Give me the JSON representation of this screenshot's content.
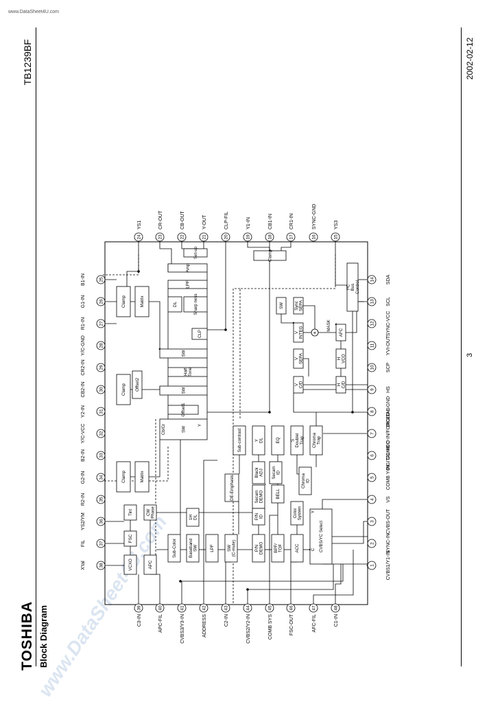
{
  "header": {
    "url": "www.DataSheet4U.com",
    "part_number": "TB1239BF",
    "date": "2002-02-12",
    "page_number": "3"
  },
  "logo": {
    "text": "TOSHIBA"
  },
  "heading": "Block Diagram",
  "watermark": "www.DataSheet4U.com",
  "pins": {
    "top": [
      {
        "num": "24",
        "label": "YS1"
      },
      {
        "num": "23",
        "label": "CR-OUT"
      },
      {
        "num": "22",
        "label": "CB-OUT"
      },
      {
        "num": "21",
        "label": "Y-OUT"
      },
      {
        "num": "20",
        "label": "CLP-FIL"
      },
      {
        "num": "19",
        "label": "Y1-IN"
      },
      {
        "num": "18",
        "label": "CB1-IN"
      },
      {
        "num": "17",
        "label": "CR1-IN"
      },
      {
        "num": "16",
        "label": "SYNC-GND"
      },
      {
        "num": "15",
        "label": "YS3"
      }
    ],
    "left": [
      {
        "num": "25",
        "label": "B1-IN"
      },
      {
        "num": "26",
        "label": "G1-IN"
      },
      {
        "num": "27",
        "label": "R1-IN"
      },
      {
        "num": "28",
        "label": "Y/C-GND"
      },
      {
        "num": "29",
        "label": "CR2-IN"
      },
      {
        "num": "30",
        "label": "CB2-IN"
      },
      {
        "num": "31",
        "label": "Y2-IN"
      },
      {
        "num": "32",
        "label": "Y/C-VCC"
      },
      {
        "num": "33",
        "label": "B2-IN"
      },
      {
        "num": "34",
        "label": "G2-IN"
      },
      {
        "num": "35",
        "label": "R2-IN"
      },
      {
        "num": "36",
        "label": "YS2/YM"
      },
      {
        "num": "37",
        "label": "FIL"
      },
      {
        "num": "38",
        "label": "X'tal"
      }
    ],
    "bottom": [
      {
        "num": "39",
        "label": "C3-IN"
      },
      {
        "num": "40",
        "label": "APC-FIL"
      },
      {
        "num": "41",
        "label": "CVBS3/Y3-IN"
      },
      {
        "num": "42",
        "label": "ADDRESS"
      },
      {
        "num": "43",
        "label": "C2-IN"
      },
      {
        "num": "44",
        "label": "CVBS2/Y2-IN"
      },
      {
        "num": "45",
        "label": "COMB SYS"
      },
      {
        "num": "46",
        "label": "FSC-OUT"
      },
      {
        "num": "47",
        "label": "AFC-FIL"
      },
      {
        "num": "48",
        "label": "C1-IN"
      }
    ],
    "right": [
      {
        "num": "14",
        "label": "SDA"
      },
      {
        "num": "13",
        "label": "SCL"
      },
      {
        "num": "12",
        "label": "SYNC-VCC"
      },
      {
        "num": "11",
        "label": "YVI-OUT"
      },
      {
        "num": "10",
        "label": "SCP"
      },
      {
        "num": "9",
        "label": "HS"
      },
      {
        "num": "8",
        "label": "DIGITAL-GND"
      },
      {
        "num": "7",
        "label": "COMB C-IN/FORCED-S"
      },
      {
        "num": "6",
        "label": "DIGITAL-VDD"
      },
      {
        "num": "5",
        "label": "COMB Y-IN"
      },
      {
        "num": "4",
        "label": "VS"
      },
      {
        "num": "3",
        "label": "CVBS-OUT"
      },
      {
        "num": "2",
        "label": "SYNC-IN"
      },
      {
        "num": "1",
        "label": "CVBS1/Y1-IN"
      }
    ]
  },
  "blocks": {
    "clamp_top": "Clamp",
    "setup": "Set-up",
    "amp": "Amp",
    "lpf": "LPF",
    "dl": "DL",
    "sharpness": "Sharp ness",
    "clp": "CLP",
    "sw1": "SW",
    "halftone": "Half Tone",
    "sw2": "SW",
    "offset1": "Offset1",
    "main_sw": "SW",
    "cbcr_port": "Cb/Cr",
    "y_port": "Y",
    "clamp1": "Clamp",
    "matrix1": "Matrix",
    "clamp2": "Clamp",
    "offset2": "Offset2",
    "clamp3": "Clamp",
    "matrix2": "Matrix",
    "i2c": "I²C Bus Control",
    "sync_sw": "SW",
    "sync_sepa": "Sync SEPA",
    "vinteg": "V INTEG",
    "mask": "MASK",
    "plus": "+",
    "afc": "AFC",
    "vsepa": "V SEPA",
    "hvco": "H VCO",
    "vcd": "V C/D",
    "hcd": "H C/D",
    "subcontrast": "Sub-contrast",
    "ydl": "Y DL",
    "eq": "EQ",
    "sdouble": "S Doublel Trap",
    "chroma_trap": "Chroma Trap",
    "black_adj": "Black ADJ",
    "secam_id": "Secam ID",
    "chroma_id": "Chroma ID",
    "deemph": "DE-Emphasis",
    "secam_demo": "Secam DEMO",
    "bell": "BELL",
    "color_system": "Color System",
    "pnid": "P/N ID",
    "tint": "Tint",
    "cw_phase": "CW Phase",
    "onehdl": "1H DL",
    "fsc": "FSC",
    "vcxo": "VCXO",
    "apc": "APC",
    "subcolor": "Sub-Color",
    "baseband_sw": "Baseband SW",
    "lpf2": "LPF",
    "sw_cmute": "SW (C-mute)",
    "pn_demo": "P/N DEMO",
    "bpf_tof": "BPF/ TOF",
    "acc": "ACC",
    "cvbs_select": "CVBS/YC Select",
    "cvbs_c": "C",
    "cvbs_y": "Y"
  }
}
